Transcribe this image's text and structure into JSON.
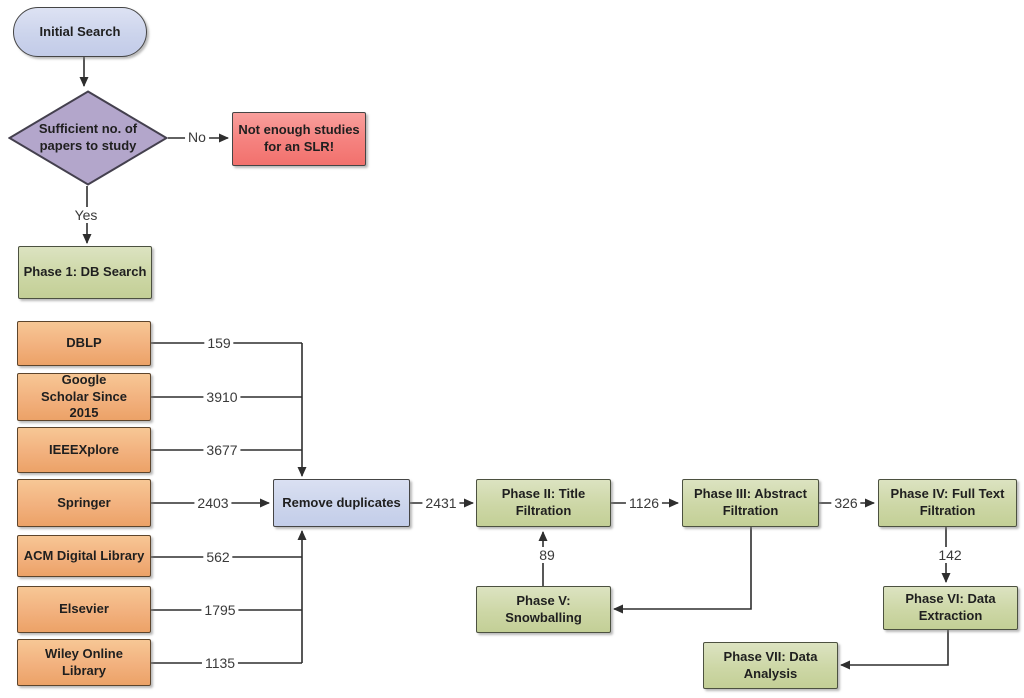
{
  "flow": {
    "start": "Initial Search",
    "decision": "Sufficient no. of papers to study",
    "no_label": "No",
    "yes_label": "Yes",
    "rejection": "Not enough studies for an SLR!",
    "phase1": "Phase 1: DB Search",
    "databases": [
      {
        "name": "DBLP",
        "count": "159"
      },
      {
        "name": "Google Scholar Since 2015",
        "count": "3910"
      },
      {
        "name": "IEEEXplore",
        "count": "3677"
      },
      {
        "name": "Springer",
        "count": "2403"
      },
      {
        "name": "ACM Digital Library",
        "count": "562"
      },
      {
        "name": "Elsevier",
        "count": "1795"
      },
      {
        "name": "Wiley Online Library",
        "count": "1135"
      }
    ],
    "merge": {
      "label": "Remove duplicates",
      "output_count": "2431"
    },
    "phase2": {
      "label": "Phase II: Title Filtration",
      "output_count": "1126"
    },
    "phase3": {
      "label": "Phase III: Abstract Filtration",
      "output_count": "326"
    },
    "phase4": {
      "label": "Phase IV: Full Text Filtration",
      "output_count": "142"
    },
    "phase5": {
      "label": "Phase V: Snowballing",
      "feedback_count": "89"
    },
    "phase6": {
      "label": "Phase VI: Data Extraction"
    },
    "phase7": {
      "label": "Phase VII: Data Analysis"
    }
  },
  "colors": {
    "start_fill": "#ccd4ec",
    "decision_fill": "#b3a6cb",
    "rejection_fill": "#f5817e",
    "phase_fill": "#cdd7a6",
    "database_fill": "#f2b17e",
    "merge_fill": "#ccd5ec",
    "line": "#2e2e2e"
  }
}
